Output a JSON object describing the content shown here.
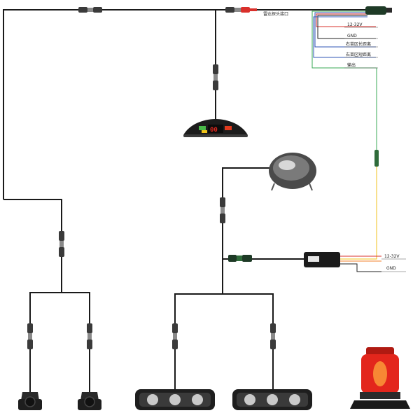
{
  "labels": {
    "probe_interface": "雷达探头接口",
    "power_in": "12-32V",
    "gnd": "GND",
    "right_long": "右苗区长距离",
    "right_short": "右苗区短距离",
    "output": "输出",
    "relay_power": "12-32V",
    "relay_gnd": "GND",
    "display_value": "00"
  },
  "colors": {
    "cable": "#1a1a1a",
    "connector": "#3a3a3a",
    "connector_band": "#8a8a8a",
    "connector_red": "#d9302b",
    "wire_red": "#d9302b",
    "wire_black": "#222222",
    "wire_blue": "#2f55b5",
    "wire_green": "#3aa856",
    "wire_yellow": "#f2c21b",
    "wire_orange": "#f07f2a",
    "beacon_red": "#e3261c",
    "display_bar_green": "#48b848",
    "display_bar_yellow": "#f0c419",
    "display_bar_red": "#e33b1e"
  }
}
